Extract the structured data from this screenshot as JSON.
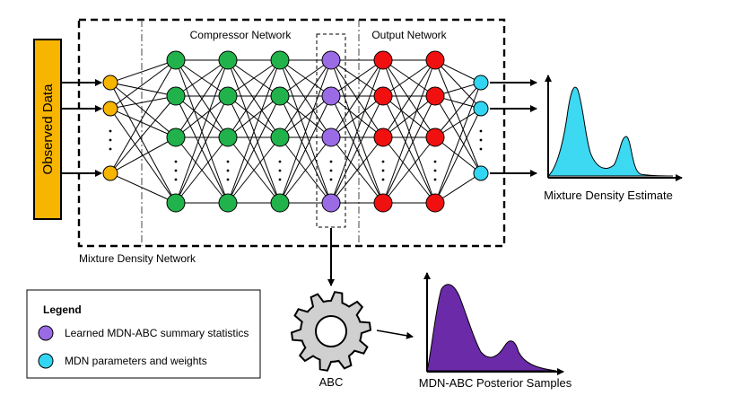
{
  "input": {
    "label": "Observed Data"
  },
  "mdn": {
    "label": "Mixture Density Network",
    "compressor_label": "Compressor Network",
    "output_label": "Output Network"
  },
  "estimate": {
    "label": "Mixture Density Estimate"
  },
  "abc": {
    "label": "ABC"
  },
  "posterior": {
    "label": "MDN-ABC Posterior Samples"
  },
  "legend": {
    "title": "Legend",
    "items": [
      {
        "label": "Learned MDN-ABC summary statistics",
        "color": "#9b6be6"
      },
      {
        "label": "MDN parameters and weights",
        "color": "#33d6f2"
      }
    ]
  },
  "colors": {
    "input_box": "#f7b500",
    "input_node": "#f7b500",
    "compressor_node": "#21b24b",
    "summary_node": "#9b6be6",
    "output_node": "#f01010",
    "mdn_output_node": "#33d6f2",
    "estimate_fill": "#3dd8f2",
    "posterior_fill": "#6b2aa8",
    "gear": "#d0d0d0"
  },
  "icons": {
    "abc": "gear-icon"
  }
}
